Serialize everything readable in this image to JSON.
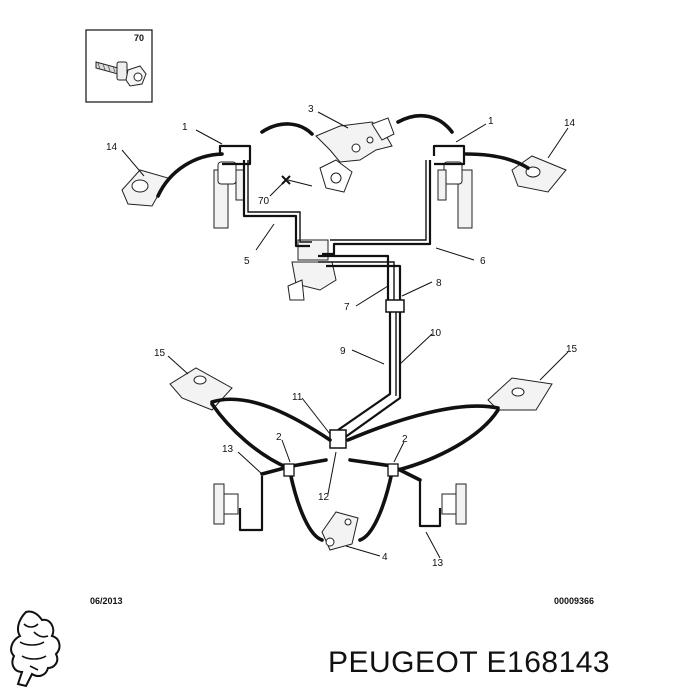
{
  "diagram": {
    "inset_label": "70",
    "callouts": {
      "c1_left": "1",
      "c1_right": "1",
      "c2_left": "2",
      "c2_right": "2",
      "c3": "3",
      "c4": "4",
      "c5": "5",
      "c6": "6",
      "c7": "7",
      "c8": "8",
      "c9": "9",
      "c10": "10",
      "c11": "11",
      "c12": "12",
      "c13_left": "13",
      "c13_right": "13",
      "c14_left": "14",
      "c14_right": "14",
      "c15_left": "15",
      "c15_right": "15",
      "c70": "70"
    },
    "date": "06/2013",
    "ref_number": "00009366"
  },
  "footer": {
    "brand": "PEUGEOT",
    "part_number": "E168143"
  }
}
